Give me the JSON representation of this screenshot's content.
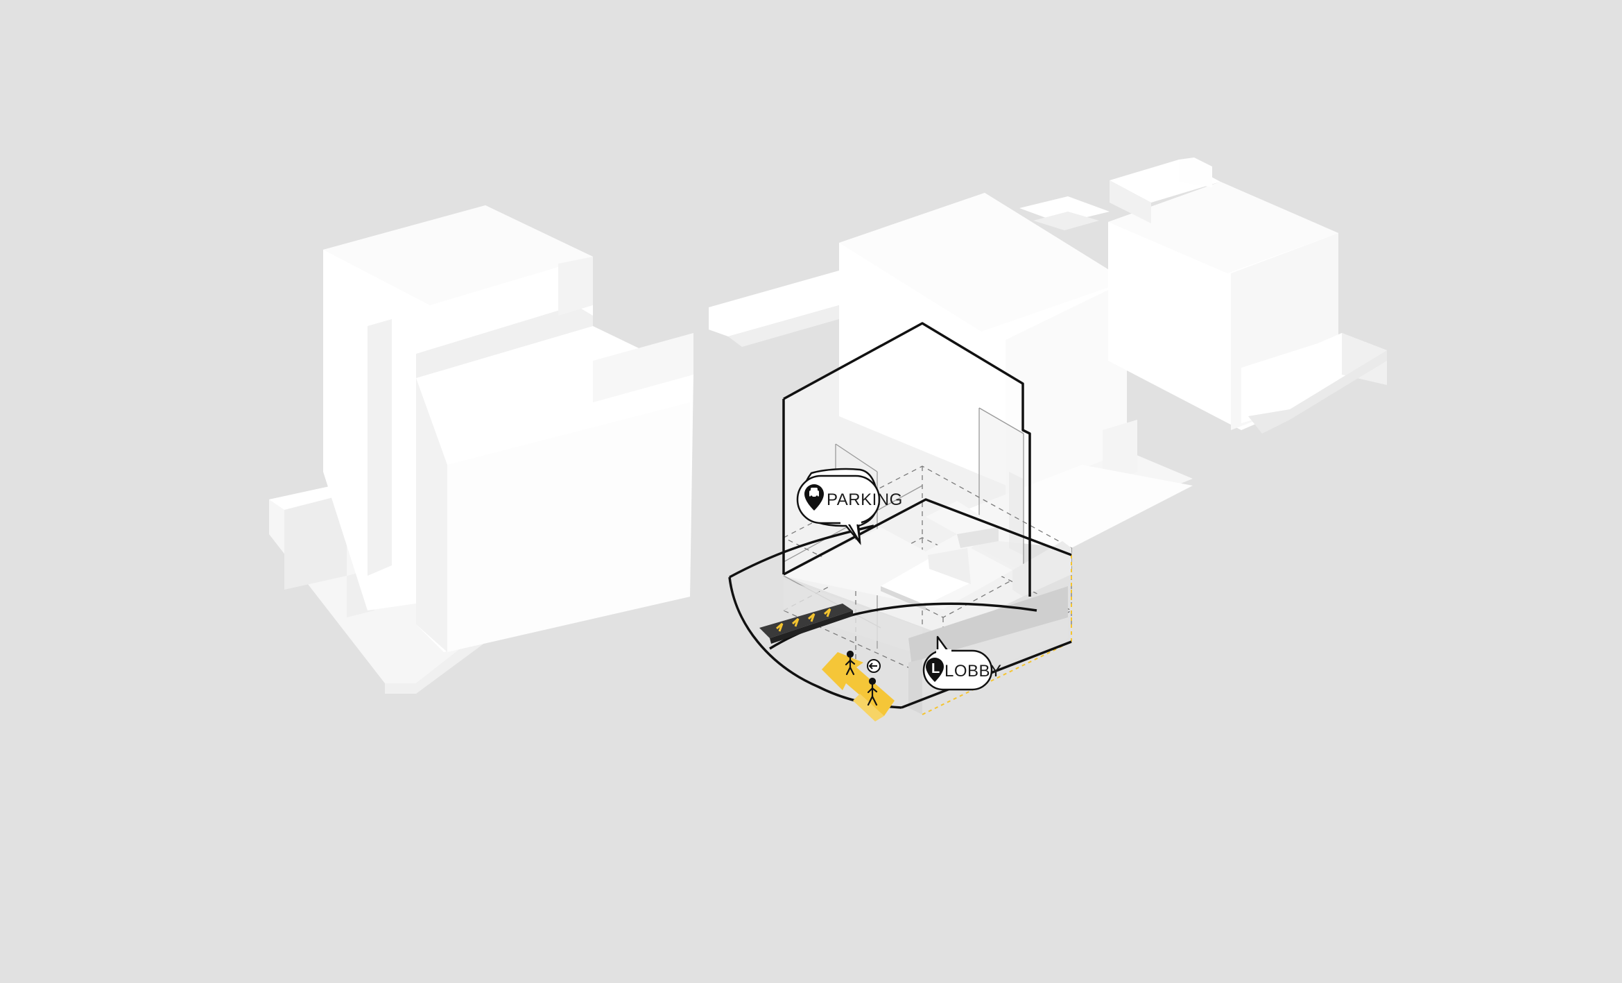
{
  "diagram": {
    "callouts": [
      {
        "id": "parking",
        "label": "PARKING",
        "icon": "car-pin-icon"
      },
      {
        "id": "lobby",
        "label": "LOBBY",
        "icon": "lobby-pin-icon",
        "icon_letter": "L"
      }
    ],
    "colors": {
      "background": "#e1e1e1",
      "massing": "#ffffff",
      "outline": "#111111",
      "accent": "#f4c430"
    }
  }
}
